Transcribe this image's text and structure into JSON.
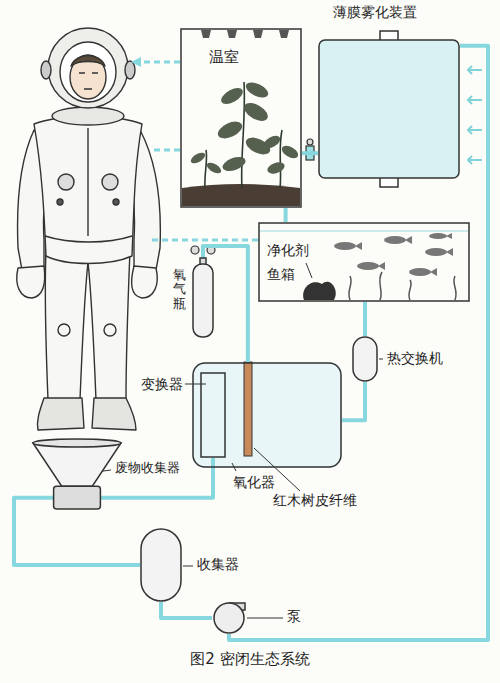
{
  "diagram": {
    "caption": "图2 密闭生态系统",
    "nodes": [
      {
        "text": [
          "温室"
        ]
      },
      {
        "text": [
          "薄膜雾化装置"
        ]
      },
      {
        "text": [
          "净化剂",
          "鱼箱"
        ]
      },
      {
        "text": [
          "氧气瓶"
        ]
      },
      {
        "text": [
          "氧化器",
          "红木树皮纤维"
        ]
      },
      {
        "text": [
          "变换器"
        ],
        "in": 4
      },
      {
        "text": [
          "热交换机"
        ]
      },
      {
        "text": [
          "废物收集器"
        ]
      },
      {
        "text": [
          "收集器"
        ]
      },
      {
        "text": [
          "泵"
        ]
      }
    ],
    "edges": [
      {
        "from": 1,
        "to": 0,
        "arrow": "none"
      },
      {
        "from": 3,
        "to": 4,
        "arrow": "none"
      },
      {
        "from": 7,
        "to": 5,
        "arrow": "none"
      },
      {
        "from": 4,
        "to": 6,
        "arrow": "none"
      },
      {
        "from": 6,
        "to": 2,
        "arrow": "none"
      },
      {
        "from": 1,
        "to": 9,
        "arrow": "none"
      },
      {
        "from": 9,
        "to": 8,
        "arrow": "none"
      },
      {
        "from": 8,
        "to": 7,
        "arrow": "none"
      },
      {
        "from": 2,
        "to": 0,
        "arrow": "none"
      }
    ]
  }
}
